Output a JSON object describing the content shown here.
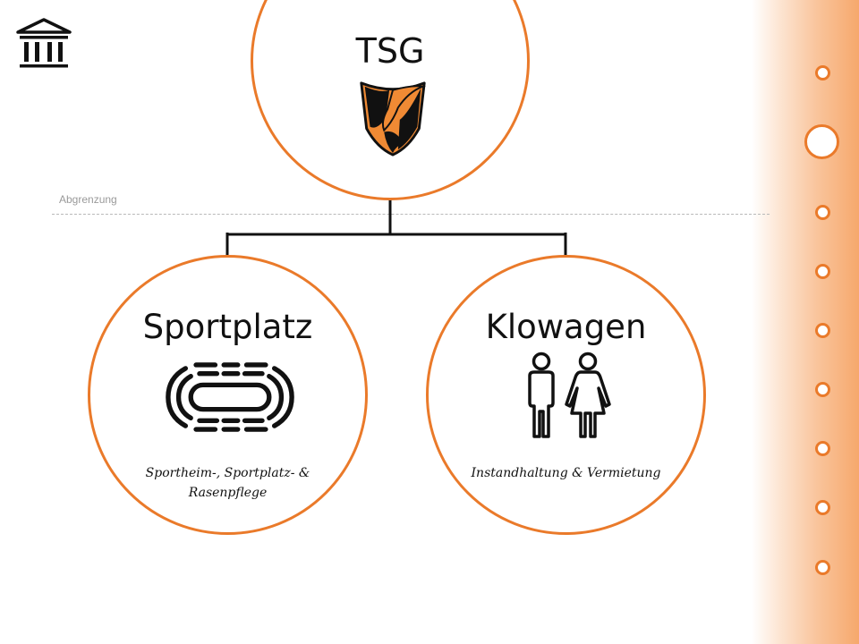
{
  "page": {
    "accent_color": "#ea7a2a"
  },
  "header": {
    "icon": "building-columns-icon"
  },
  "boundary": {
    "label": "Abgrenzung"
  },
  "sidebar": {
    "dots": [
      "dot-1",
      "dot-2",
      "dot-3",
      "dot-4",
      "dot-5",
      "dot-6",
      "dot-7",
      "dot-8",
      "dot-9"
    ],
    "active_dot_index": 1
  },
  "diagram": {
    "root": {
      "title": "TSG",
      "icon": "tsg-crest-icon"
    },
    "children": [
      {
        "title": "Sportplatz",
        "icon": "stadium-track-icon",
        "caption": "Sportheim-, Sportplatz- & Rasenpflege"
      },
      {
        "title": "Klowagen",
        "icon": "restroom-people-icon",
        "caption": "Instandhaltung & Vermietung"
      }
    ]
  }
}
